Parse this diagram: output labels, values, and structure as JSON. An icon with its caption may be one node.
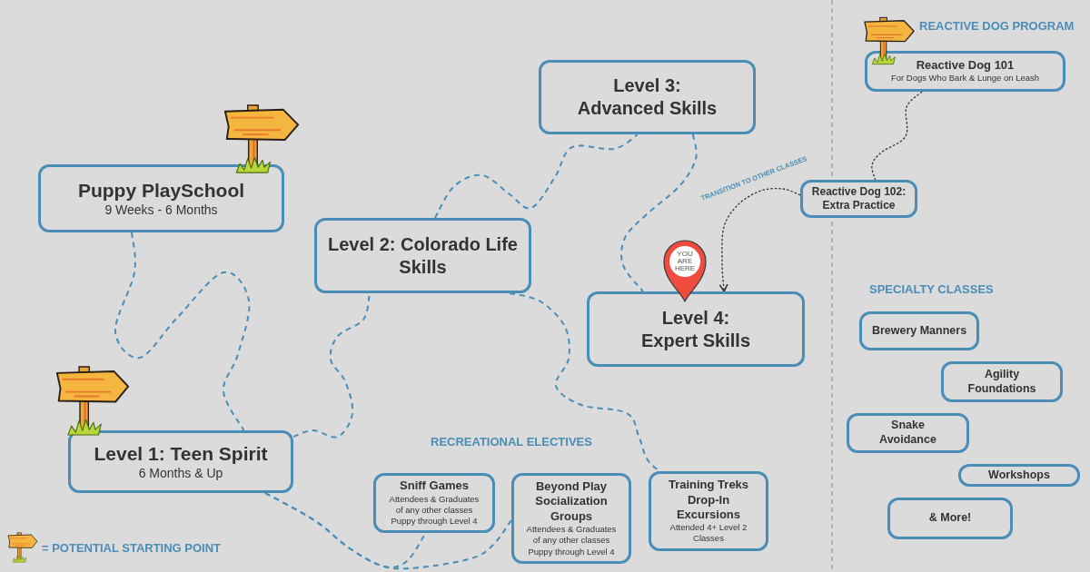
{
  "diagram": {
    "nodes": [
      {
        "text": [
          "Puppy PlaySchool",
          "9 Weeks - 6 Months"
        ]
      },
      {
        "text": [
          "Level 1: Teen Spirit",
          "6 Months & Up"
        ]
      },
      {
        "text": [
          "Level 2: Colorado Life Skills"
        ]
      },
      {
        "text": [
          "Level 3: Advanced Skills"
        ]
      },
      {
        "text": [
          "Level 4: Expert Skills"
        ]
      },
      {
        "text": [
          "Sniff Games",
          "Attendees & Graduates of any other classes",
          "Puppy through Level 4"
        ]
      },
      {
        "text": [
          "Beyond Play Socialization Groups",
          "Attendees & Graduates of any other classes",
          "Puppy through Level 4"
        ]
      },
      {
        "text": [
          "Training Treks Drop-In Excursions",
          "Attended 4+ Level 2 Classes"
        ]
      },
      {
        "text": [
          "Reactive Dog 101",
          "For Dogs Who Bark & Lunge on Leash"
        ]
      },
      {
        "text": [
          "Reactive Dog 102: Extra Practice"
        ]
      },
      {
        "text": [
          "Brewery Manners"
        ]
      },
      {
        "text": [
          "Agility Foundations"
        ]
      },
      {
        "text": [
          "Snake Avoidance"
        ]
      },
      {
        "text": [
          "Workshops"
        ]
      },
      {
        "text": [
          "& More!"
        ]
      }
    ],
    "edges": [
      {
        "from": 0,
        "to": 1,
        "arrow": "none",
        "style": "dashed"
      },
      {
        "from": 1,
        "to": 2,
        "arrow": "none",
        "style": "dashed"
      },
      {
        "from": 2,
        "to": 3,
        "arrow": "none",
        "style": "dashed"
      },
      {
        "from": 3,
        "to": 4,
        "arrow": "none",
        "style": "dashed"
      },
      {
        "from": 2,
        "to": 7,
        "arrow": "none",
        "style": "dashed"
      },
      {
        "from": 1,
        "to": 5,
        "arrow": "none",
        "style": "dashed"
      },
      {
        "from": 1,
        "to": 6,
        "arrow": "none",
        "style": "dashed"
      },
      {
        "from": 8,
        "to": 9,
        "arrow": "none",
        "style": "dashed",
        "color": "#333333"
      },
      {
        "from": 9,
        "to": 4,
        "arrow": "to",
        "label": "TRANSITION TO OTHER CLASSES",
        "style": "dashed",
        "color": "#333333"
      }
    ],
    "labels": [
      "REACTIVE DOG PROGRAM",
      "YOU ARE HERE",
      "SPECIALTY CLASSES",
      "RECREATIONAL ELECTIVES"
    ],
    "legend": [
      {
        "text": "= POTENTIAL STARTING POINT"
      }
    ]
  }
}
